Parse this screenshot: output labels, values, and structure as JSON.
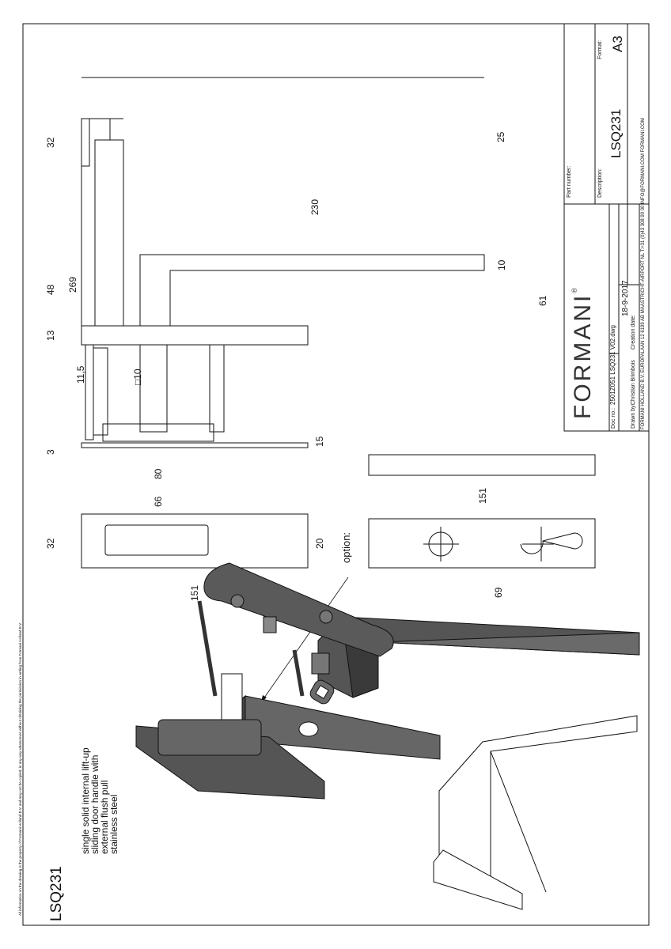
{
  "disclaimer": "All information on the drawing is the property of Formani Holland B.V. and may not be copied, in any way whatsoever without obtaining the permission in writing from Formani Holland B.V.",
  "product": {
    "code": "LSQ231",
    "description_lines": [
      "single solid internal lift-up",
      "sliding door handle with",
      "external flush pull",
      "stainless steel"
    ]
  },
  "dimensions": {
    "d269": "269",
    "d32a": "32",
    "d25": "25",
    "d230": "230",
    "d48": "48",
    "d13": "13",
    "d10a": "10",
    "d61": "61",
    "d11_5": "11,5",
    "d_sq10": "□10",
    "d3": "3",
    "d15": "15",
    "d80": "80",
    "d66": "66",
    "d32b": "32",
    "d20": "20",
    "d151a": "151",
    "d151b": "151",
    "d69": "69"
  },
  "option_label": "option:",
  "title_block": {
    "brand": "FORMANI",
    "brand_mark": "®",
    "part_number_label": "Part number:",
    "description_label": "Description:",
    "description_value": "LSQ231",
    "format_label": "Format:",
    "format_value": "A3",
    "doc_no_label": "Doc no.:",
    "doc_no_value": "2501Z051 LSQ231 V02.dwg",
    "drawn_by_label": "Drawn by:",
    "drawn_by_value": "Christian Brimbois",
    "creation_date_label": "Creation date:",
    "creation_date_value": "18-9-2017",
    "footer": "FORMANI HOLLAND B.V.  EUROPALAAN 12  6199 AB MAASTRICHT-AIRPORT NL  T:+31 (0)43 308 90 00 INFO@FORMANI.COM FORMANI.COM"
  }
}
